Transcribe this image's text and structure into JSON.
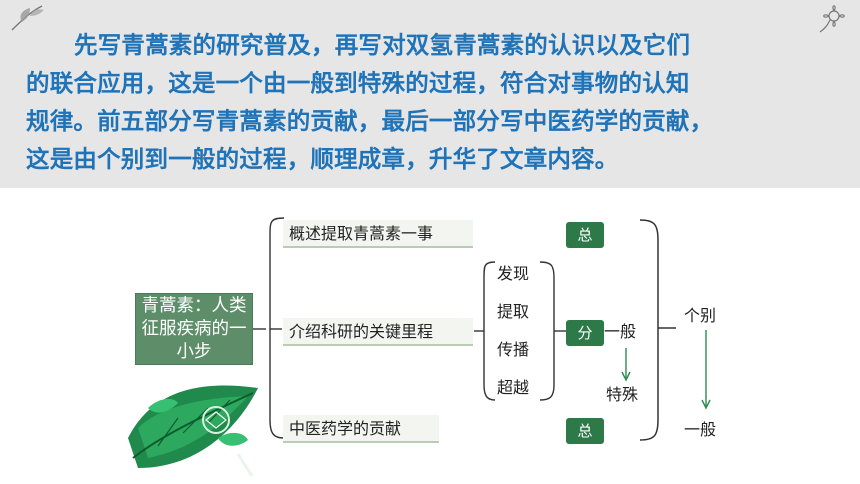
{
  "paragraph": {
    "line1": "先写青蒿素的研究普及，再写对双氢青蒿素的认识以及它们",
    "line2": "的联合应用，这是一个由一般到特殊的过程，符合对事物的认知",
    "line3": "规律。前五部分写青蒿素的贡献，最后一部分写中医药学的贡献，",
    "line4": "这是由个别到一般的过程，顺理成章，升华了文章内容。"
  },
  "diagram": {
    "root": "青蒿素：人类征服疾病的一小步",
    "branches": [
      {
        "label": "概述提取青蒿素一事"
      },
      {
        "label": "介绍科研的关键里程"
      },
      {
        "label": "中医药学的贡献"
      }
    ],
    "steps": [
      "发现",
      "提取",
      "传播",
      "超越"
    ],
    "badges": [
      "总",
      "分",
      "总"
    ],
    "flow_left": {
      "top": "一般",
      "bottom": "特殊"
    },
    "flow_right": {
      "top": "个别",
      "bottom": "一般"
    }
  },
  "colors": {
    "text_blue": "#1f73b8",
    "badge_green": "#2d7a48",
    "root_green": "#5e8e69"
  }
}
